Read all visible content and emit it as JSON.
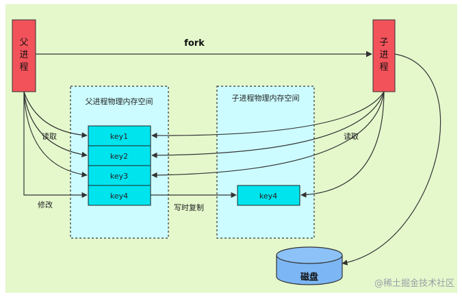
{
  "diagram": {
    "parent_process": {
      "chars": [
        "父",
        "进",
        "程"
      ]
    },
    "child_process": {
      "chars": [
        "子",
        "进",
        "程"
      ]
    },
    "fork_label": "fork",
    "parent_memory_title": "父进程物理内存空间",
    "child_memory_title": "子进程物理内存空间",
    "parent_keys": [
      "key1",
      "key2",
      "key3",
      "key4"
    ],
    "child_key": "key4",
    "read_label_left": "读取",
    "read_label_right": "读取",
    "modify_label": "修改",
    "cow_label": "写时复制",
    "disk_label": "磁盘",
    "watermark": "@稀土掘金技术社区",
    "colors": {
      "background": "#e4f8cc",
      "process_fill": "#f2525a",
      "memory_fill": "#ccfcff",
      "key_fill": "#00e4ee",
      "disk_fill": "#7cb6f4",
      "arrow": "#333333"
    }
  }
}
